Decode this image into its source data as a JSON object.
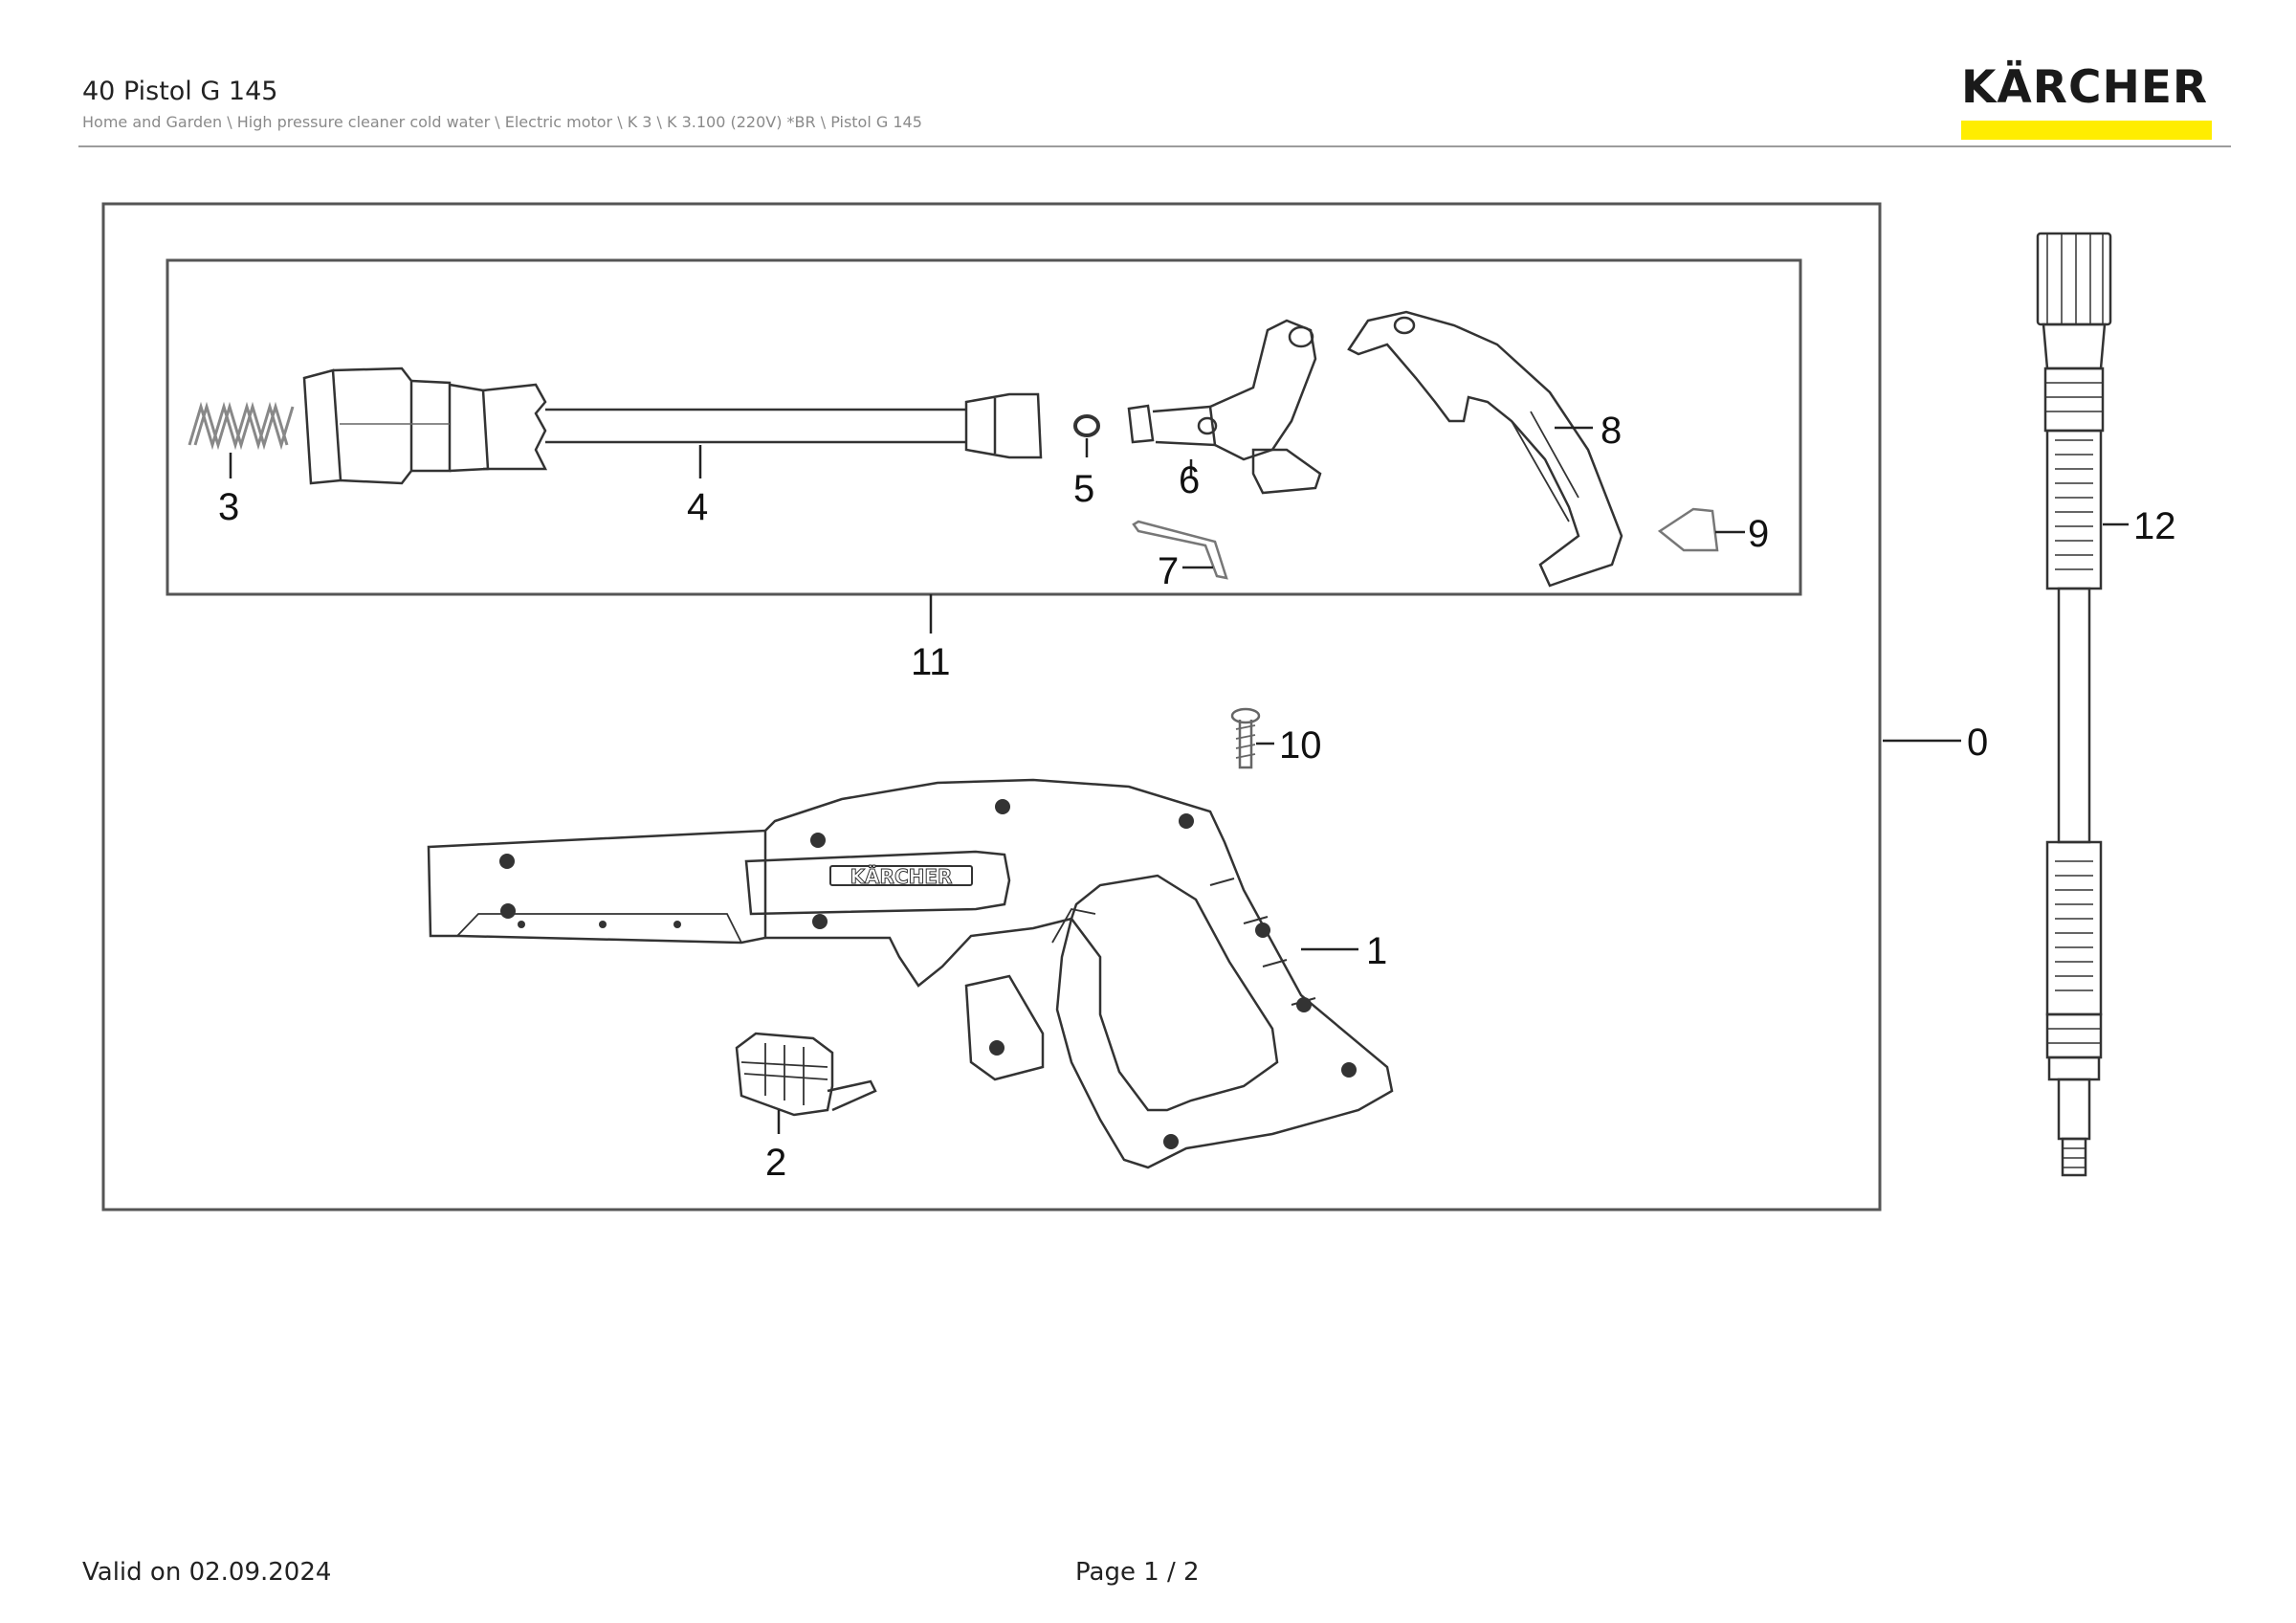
{
  "header": {
    "title": "40 Pistol G 145",
    "breadcrumb": "Home and Garden \\ High pressure cleaner cold water \\ Electric motor \\ K 3 \\ K 3.100 (220V) *BR \\ Pistol G 145",
    "logo_text": "KÄRCHER",
    "brand_yellow": "#ffed00"
  },
  "diagram": {
    "gun_logo_text": "KÄRCHER",
    "labels": {
      "p0": "0",
      "p1": "1",
      "p2": "2",
      "p3": "3",
      "p4": "4",
      "p5": "5",
      "p6": "6",
      "p7": "7",
      "p8": "8",
      "p9": "9",
      "p10": "10",
      "p11": "11",
      "p12": "12"
    }
  },
  "footer": {
    "valid": "Valid on 02.09.2024",
    "page": "Page 1 / 2"
  }
}
